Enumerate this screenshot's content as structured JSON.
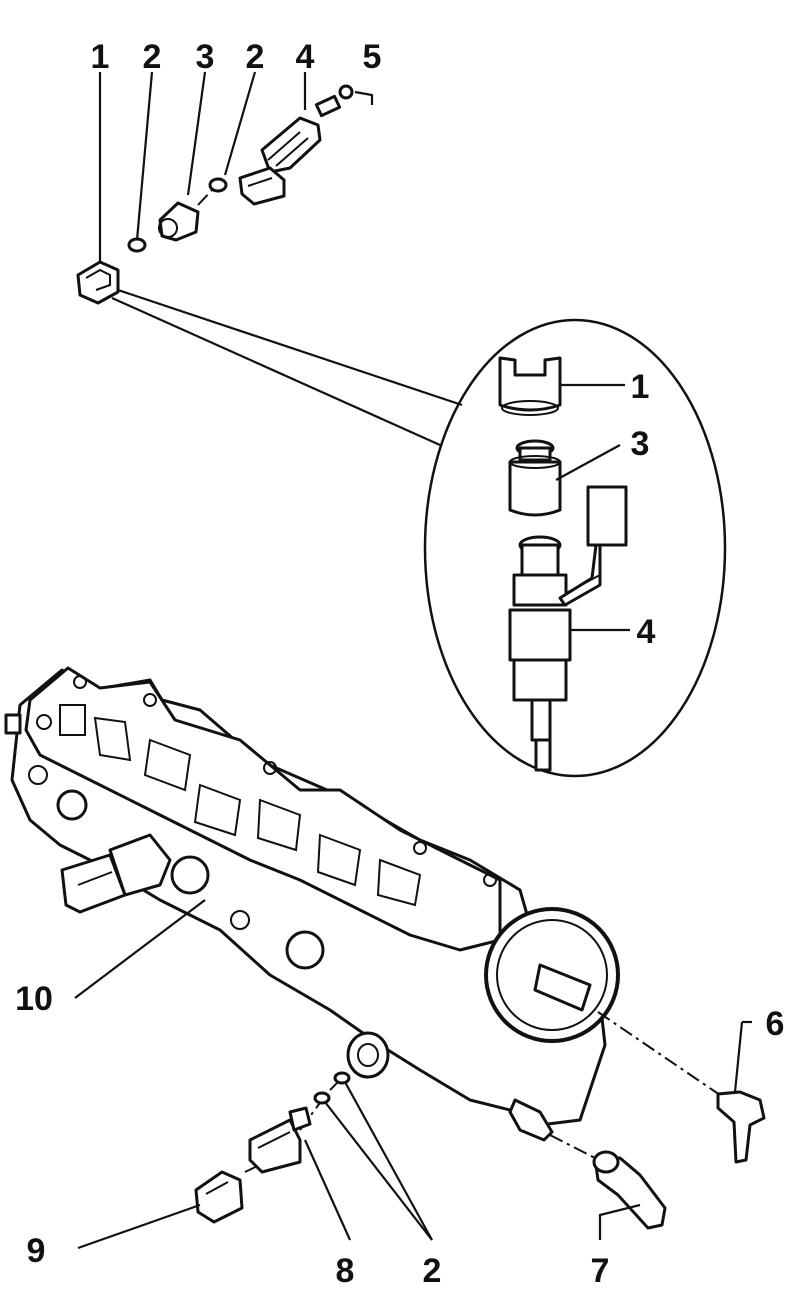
{
  "callouts": {
    "top_1": "1",
    "top_2a": "2",
    "top_3": "3",
    "top_2b": "2",
    "top_4": "4",
    "top_5": "5",
    "detail_1": "1",
    "detail_3": "3",
    "detail_4": "4",
    "rail_10": "10",
    "rail_6": "6",
    "rail_9": "9",
    "rail_8": "8",
    "rail_2": "2",
    "rail_7": "7"
  }
}
